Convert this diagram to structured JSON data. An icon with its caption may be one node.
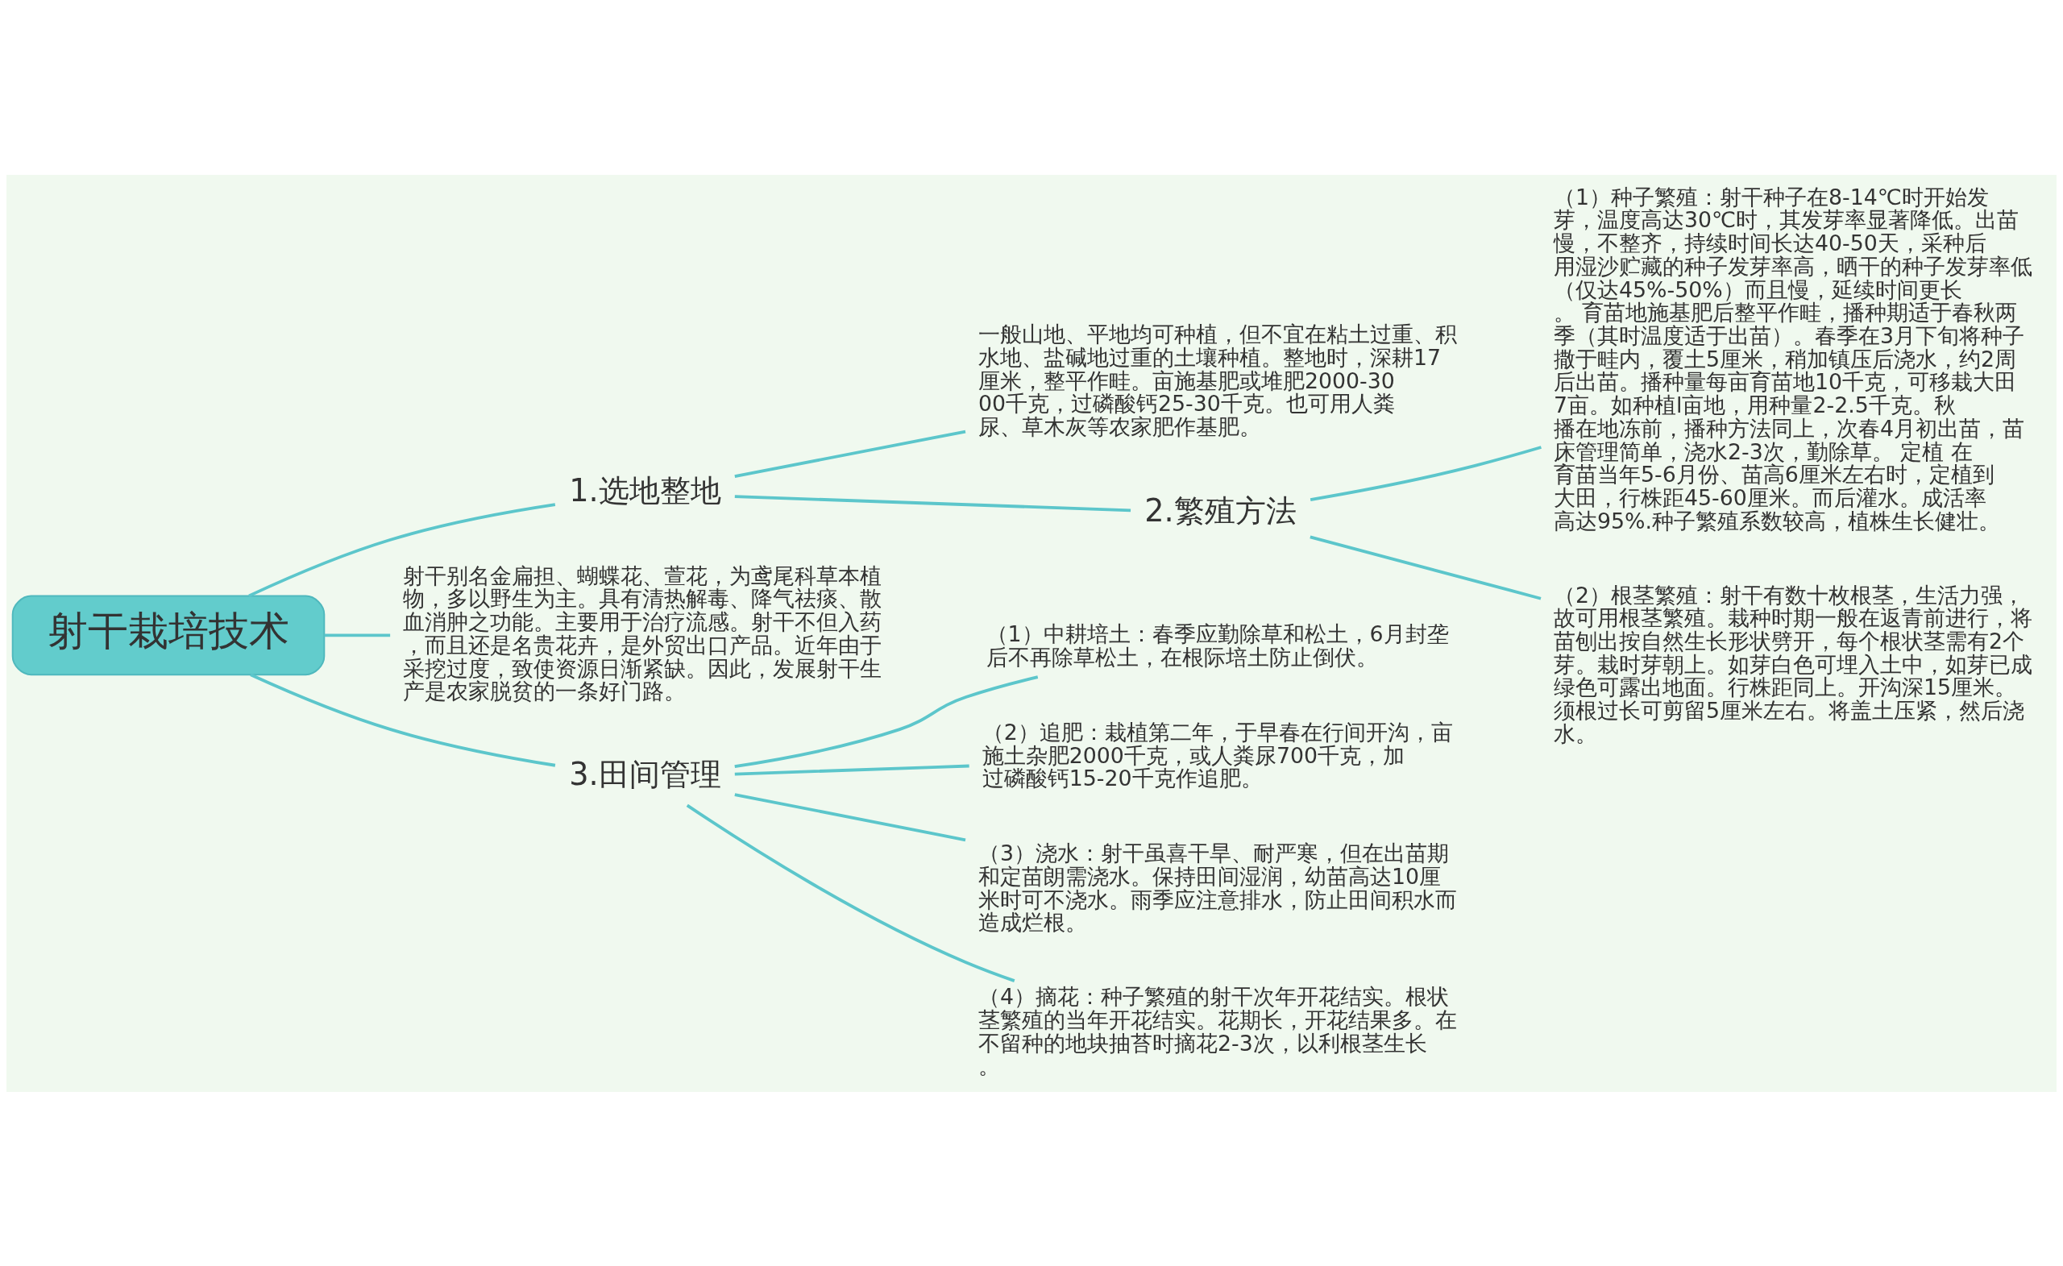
{
  "diagram": {
    "nodes": [
      {
        "text": [
          "射干栽培技术"
        ]
      },
      {
        "text": [
          "1.选地整地"
        ]
      },
      {
        "text": [
          "一般山地、平地均可种植，但不宜在粘土过重、积水地、盐碱地过重的土壤种植。整地时，深耕17厘米，整平作畦。亩施基肥或堆肥2000-3000千克，过磷酸钙25-30千克。也可用人粪尿、草木灰等农家肥作基肥。"
        ]
      },
      {
        "text": [
          "2.繁殖方法"
        ]
      },
      {
        "text": [
          "（1）种子繁殖：射干种子在8-14℃时开始发芽，温度高达30℃时，其发芽率显著降低。出苗慢，不整齐，持续时间长达40-50天，采种后用湿沙贮藏的种子发芽率高，晒干的种子发芽率低（仅达45%-50%）而且慢，延续时间更长。 育苗地施基肥后整平作畦，播种期适于春秋两季（其时温度适于出苗）。春季在3月下旬将种子撒于畦内，覆土5厘米，稍加镇压后浇水，约2周后出苗。播种量每亩育苗地10千克，可移栽大田7亩。如种植l亩地，用种量2-2.5千克。秋播在地冻前，播种方法同上，次春4月初出苗，苗床管理简单，浇水2-3次，勤除草。 定植 在育苗当年5-6月份、苗高6厘米左右时，定植到大田，行株距45-60厘米。而后灌水。成活率高达95%.种子繁殖系数较高，植株生长健壮。"
        ]
      },
      {
        "text": [
          "（2）根茎繁殖：射干有数十枚根茎，生活力强，故可用根茎繁殖。栽种时期一般在返青前进行，将苗刨出按自然生长形状劈开，每个根状茎需有2个芽。栽时芽朝上。如芽白色可埋入土中，如芽已成绿色可露出地面。行株距同上。开沟深15厘米。须根过长可剪留5厘米左右。将盖土压紧，然后浇水。"
        ]
      },
      {
        "text": [
          "射干别名金扁担、蝴蝶花、萱花，为鸢尾科草本植物，多以野生为主。具有清热解毒、降气祛痰、散血消肿之功能。主要用于治疗流感。射干不但入药，而且还是名贵花卉，是外贸出口产品。近年由于采挖过度，致使资源日渐紧缺。因此，发展射干生产是农家脱贫的一条好门路。"
        ]
      },
      {
        "text": [
          "3.田间管理"
        ]
      },
      {
        "text": [
          "（1）中耕培土：春季应勤除草和松土，6月封垄后不再除草松土，在根际培土防止倒伏。"
        ]
      },
      {
        "text": [
          "（2）追肥：栽植第二年，于早春在行间开沟，亩施土杂肥2000千克，或人粪尿700千克，加过磷酸钙15-20千克作追肥。"
        ]
      },
      {
        "text": [
          "（3）浇水：射干虽喜干旱、耐严寒，但在出苗期和定苗朗需浇水。保持田间湿润，幼苗高达10厘米时可不浇水。雨季应注意排水，防止田间积水而造成烂根。"
        ]
      },
      {
        "text": [
          "（4）摘花：种子繁殖的射干次年开花结实。根状茎繁殖的当年开花结实。花期长，开花结果多。在不留种的地块抽苔时摘花2-3次，以利根茎生长。"
        ]
      }
    ],
    "edges": [
      {
        "from": 0,
        "to": 1,
        "arrow": "none"
      },
      {
        "from": 1,
        "to": 2,
        "arrow": "none"
      },
      {
        "from": 1,
        "to": 3,
        "arrow": "none"
      },
      {
        "from": 3,
        "to": 4,
        "arrow": "none"
      },
      {
        "from": 3,
        "to": 5,
        "arrow": "none"
      },
      {
        "from": 0,
        "to": 6,
        "arrow": "none"
      },
      {
        "from": 0,
        "to": 7,
        "arrow": "none"
      },
      {
        "from": 7,
        "to": 8,
        "arrow": "none"
      },
      {
        "from": 7,
        "to": 9,
        "arrow": "none"
      },
      {
        "from": 7,
        "to": 10,
        "arrow": "none"
      },
      {
        "from": 7,
        "to": 11,
        "arrow": "none"
      }
    ]
  }
}
